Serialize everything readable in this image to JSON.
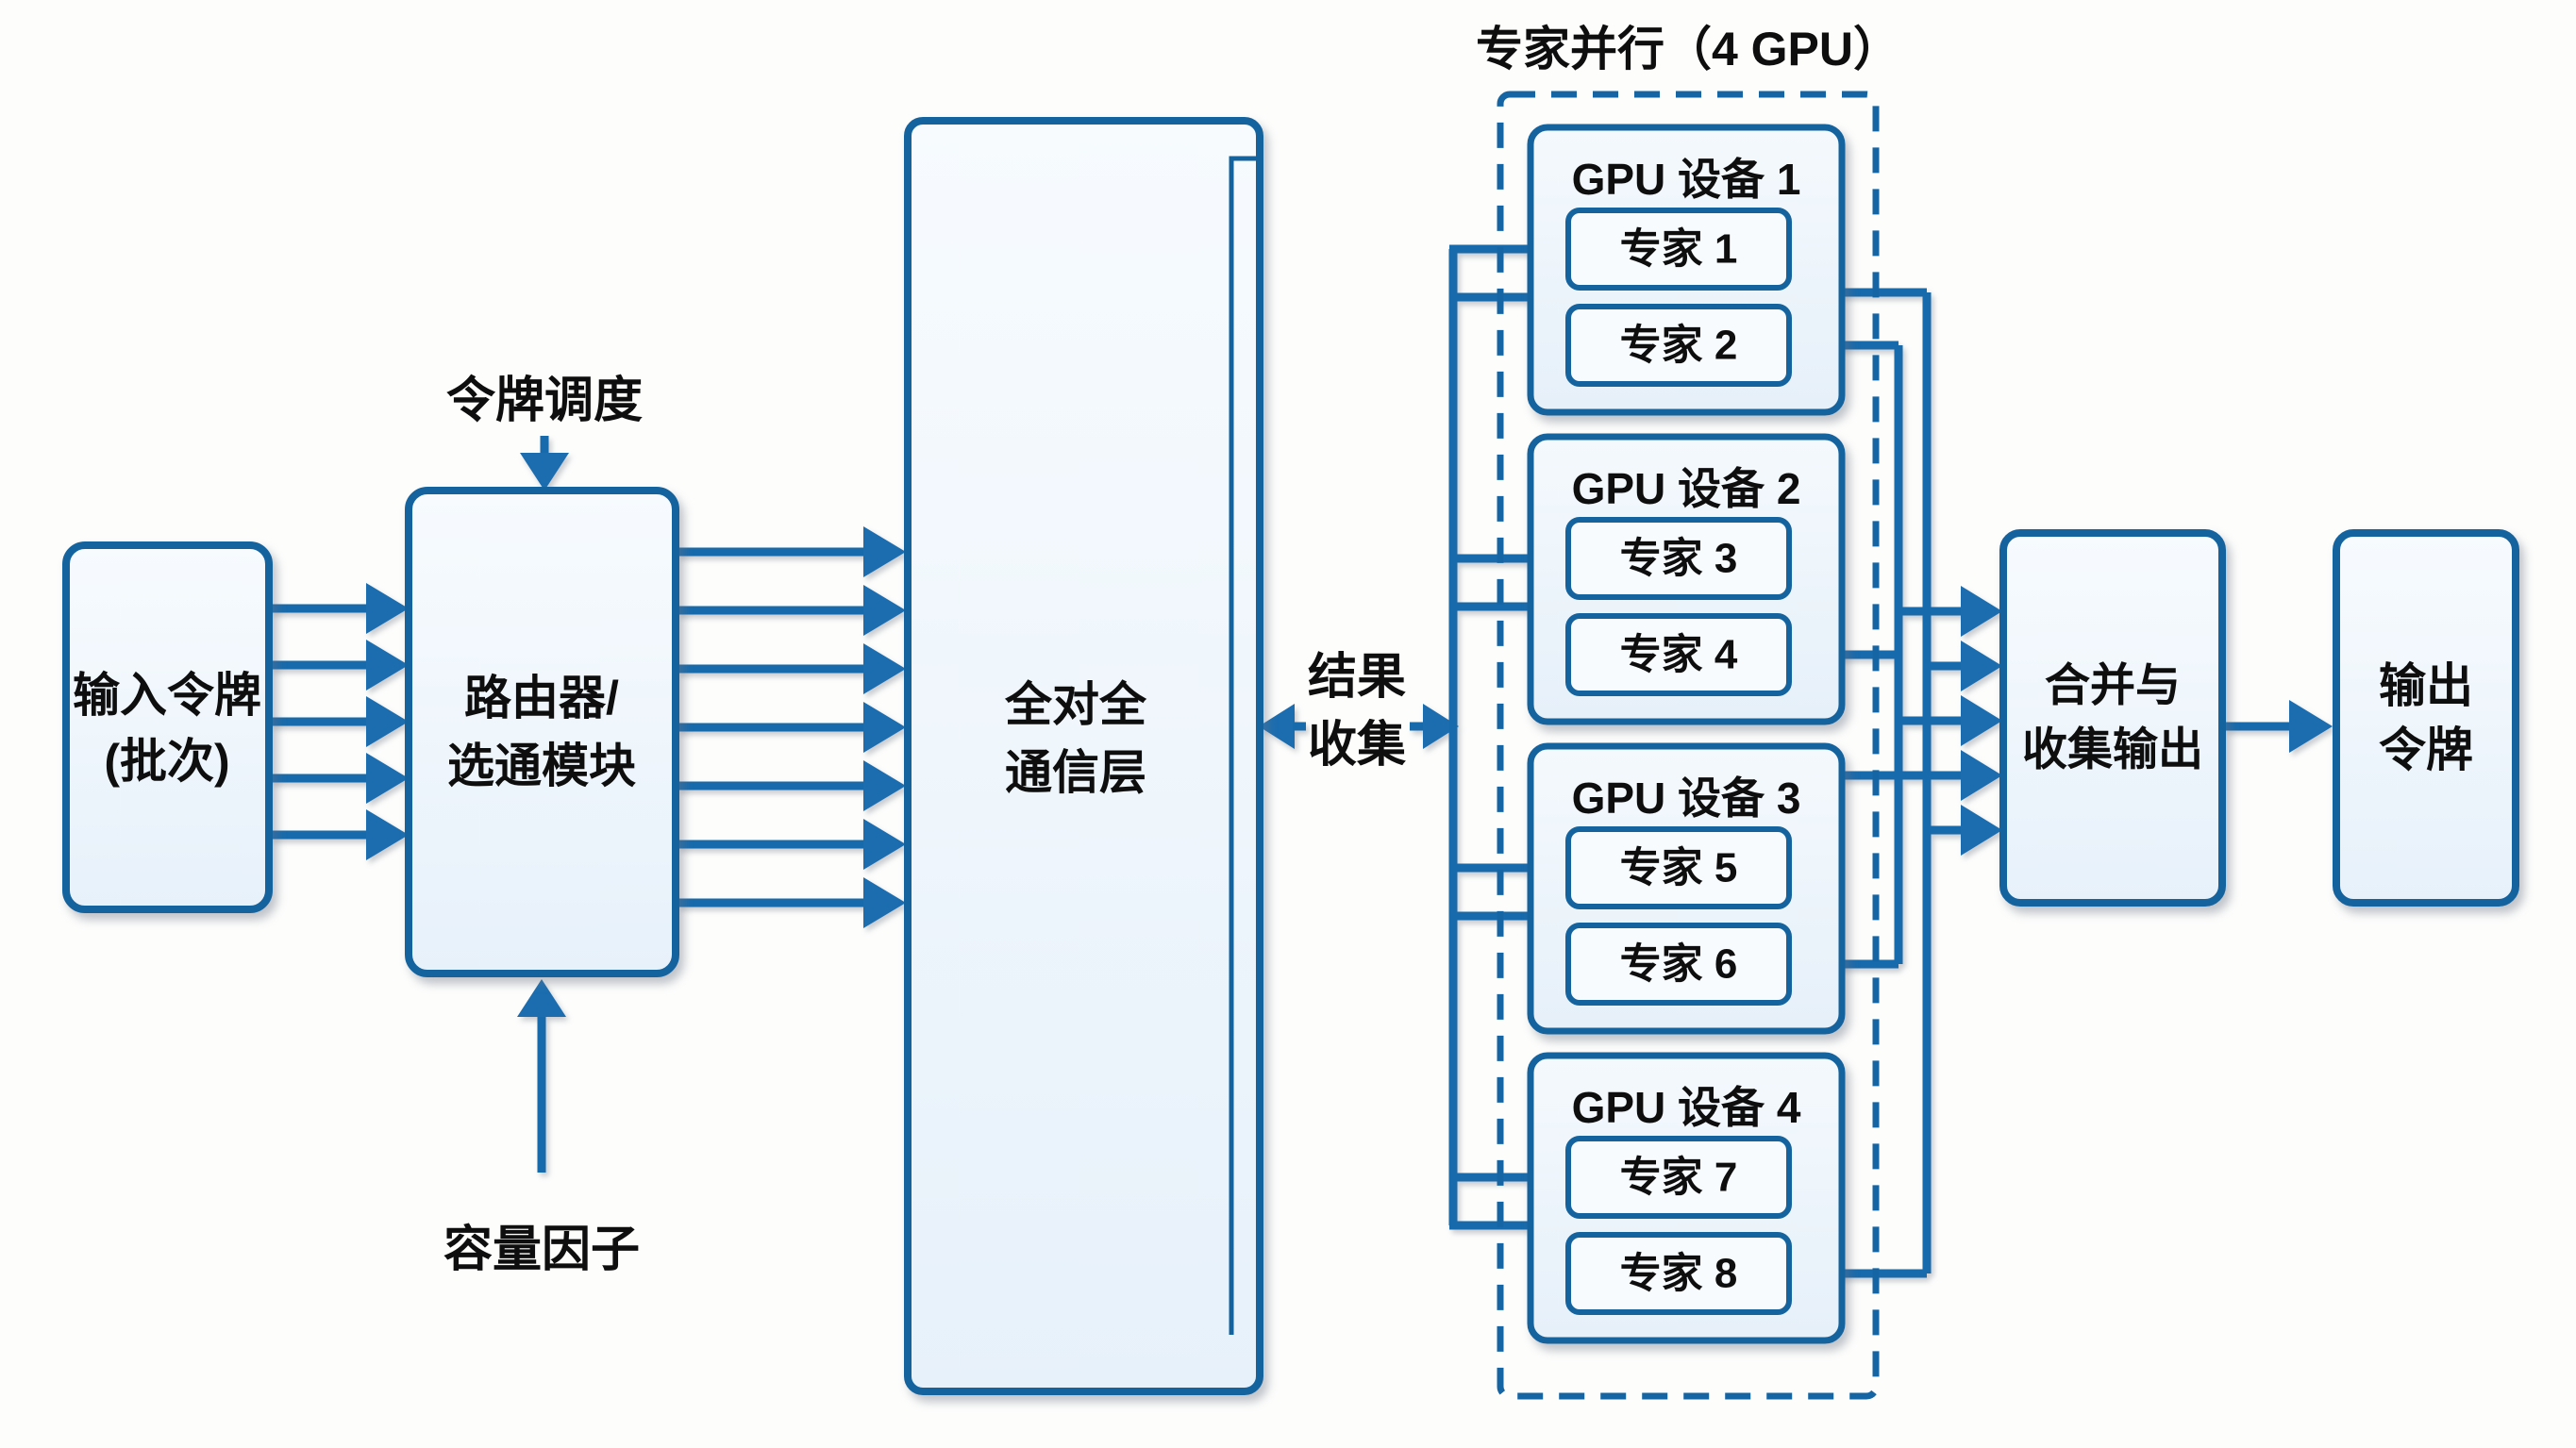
{
  "diagram": {
    "title": "专家并行（4 GPU）",
    "colors": {
      "border_blue": "#15639e",
      "wire_blue": "#176aac",
      "arrow_fill": "#1b6db0",
      "box_fill_light": "#eef5fc",
      "text": "#0e0e0e"
    },
    "nodes": {
      "input": {
        "lines": [
          "输入令牌",
          "(批次)"
        ]
      },
      "router": {
        "lines": [
          "路由器/",
          "选通模块"
        ]
      },
      "all_to_all": {
        "lines": [
          "全对全",
          "通信层"
        ]
      },
      "result_collect": {
        "lines": [
          "结果",
          "收集"
        ]
      },
      "merge": {
        "lines": [
          "合并与",
          "收集输出"
        ]
      },
      "output": {
        "lines": [
          "输出",
          "令牌"
        ]
      }
    },
    "labels": {
      "token_schedule": "令牌调度",
      "capacity_factor": "容量因子"
    },
    "gpus": [
      {
        "title": "GPU 设备 1",
        "experts": [
          "专家 1",
          "专家 2"
        ]
      },
      {
        "title": "GPU 设备 2",
        "experts": [
          "专家 3",
          "专家 4"
        ]
      },
      {
        "title": "GPU 设备 3",
        "experts": [
          "专家 5",
          "专家 6"
        ]
      },
      {
        "title": "GPU 设备 4",
        "experts": [
          "专家 7",
          "专家 8"
        ]
      }
    ]
  }
}
